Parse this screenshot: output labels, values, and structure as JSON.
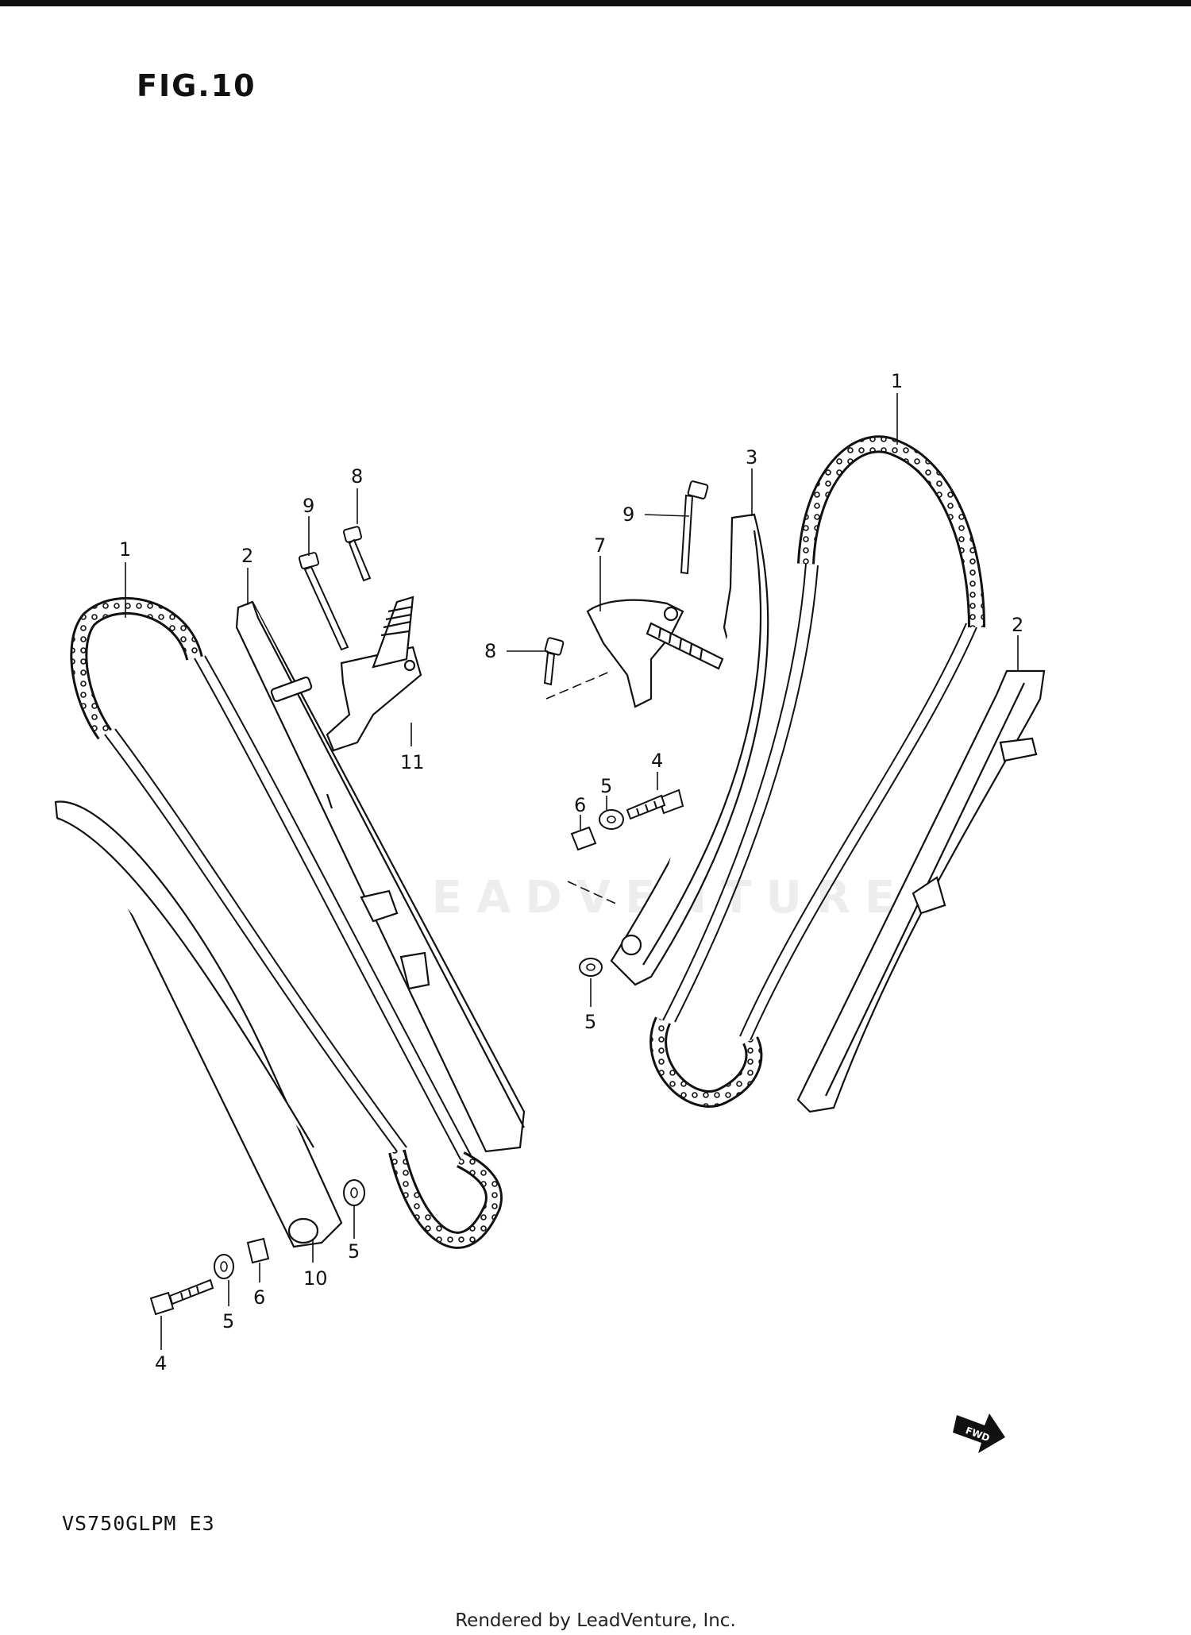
{
  "title": "FIG.10",
  "model_code": "VS750GLPM E3",
  "footer": "Rendered by LeadVenture, Inc.",
  "watermark": "LEADVENTURES",
  "fwd_label": "FWD",
  "callouts": {
    "c1": "1",
    "c1b": "1",
    "c2": "2",
    "c2b": "2",
    "c3": "3",
    "c4": "4",
    "c4b": "4",
    "c5": "5",
    "c5b": "5",
    "c5c": "5",
    "c5d": "5",
    "c6": "6",
    "c6b": "6",
    "c7": "7",
    "c8": "8",
    "c8b": "8",
    "c9": "9",
    "c9b": "9",
    "c10": "10",
    "c11": "11"
  }
}
